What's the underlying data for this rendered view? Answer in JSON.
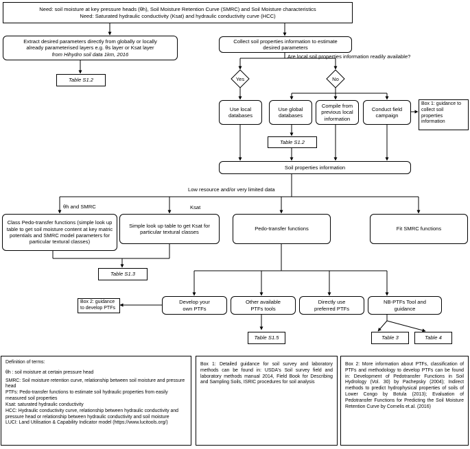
{
  "top_box": {
    "line1": "Need: soil moisture at key pressure heads (θh), Soil Moisture Retention Curve (SMRC) and Soil Moisture characteristics",
    "line2": "Need: Saturated hydraulic conductivity (Ksat) and hydraulic conductivity curve (HCC)"
  },
  "extract_box": {
    "line1": "Extract desired parameters directly from globally or locally",
    "line2": "already parameterised layers e.g. θs layer or Ksat layer",
    "line3": "from Hihydro soil data 1km, 2016"
  },
  "table_s12_a": "Table S1.2",
  "collect_box": {
    "line1": "Collect soil properties information to estimate",
    "line2": "desired parameters"
  },
  "question": "Are local soil properties information readily available?",
  "yes": "Yes",
  "no": "No",
  "use_local": "Use local databases",
  "use_global": "Use global databases",
  "compile": "Compile from previous local information",
  "conduct": "Conduct field campaign",
  "box1_side": "Box 1: guidance to collect soil properties information",
  "table_s12_b": "Table S1.2",
  "soil_props": "Soil properties information",
  "low_resource": "Low resource and/or very limited data",
  "theta_smrc": "θh and SMRC",
  "ksat_label": "Ksat",
  "class_ptf": "Class Pedo-transfer functions (simple look up table to get soil moisture content at key matric potentials and SMRC model parameters for particular textural classes)",
  "simple_lookup": "Simple look up table to get Ksat for particular textural classes",
  "ptf": "Pedo-transfer functions",
  "fit_smrc": "Fit SMRC functions",
  "table_s13": "Table S1.3",
  "box2_side": "Box 2: guidance to develop PTFs",
  "develop": "Develop your own PTFs",
  "other_ptfs": "Other available PTFs tools",
  "directly": "Directly use preferred PTFs",
  "nb_ptfs": "NB-PTFs Tool and guidance",
  "table_s15": "Table S1.5",
  "table3": "Table 3",
  "table4": "Table 4",
  "definitions": {
    "title": "Definition of terms:",
    "theta": "θh : soil moisture at certain pressure head",
    "smrc": "SMRC: Soil moisture retention curve, relationship between soil moisture and pressure head",
    "ptfs": "PTFs: Pedo-transfer functions to estimate soil hydraulic properties from easily measured soil properties",
    "ksat": "Ksat: saturated hydraulic conductivity",
    "hcc": "HCC: Hydraulic conductivity curve, relationship between hydraulic conductivity and pressure head or relationship between hydraulic conductivity and soil moisture",
    "luci": "LUCI: Land Utilisation & Capability Indicator model (https://www.lucitools.org/)"
  },
  "box1_panel": "Box 1: Detailed guidance for soil survey and laboratory methods can be found in: USDA's Soil survey field and laboratory methods manual 2014, Field Book for Describing and Sampling Soils, ISRIC procedures for soil analysis",
  "box2_panel": "Box 2: More information about PTFs, classification of PTFs and methodology to develop PTFs can be found in: Development of Pedotransfer Functions in Soil Hydrology (Vol. 30) by Pachepsky (2004); Indirect methods to predict hydrophysical properties of soils of Lower Congo by Botula (2013); Evaluation of Pedotransfer Functions for Predicting the Soil Moisture Retention Curve by Cornelis et.al. (2016)"
}
